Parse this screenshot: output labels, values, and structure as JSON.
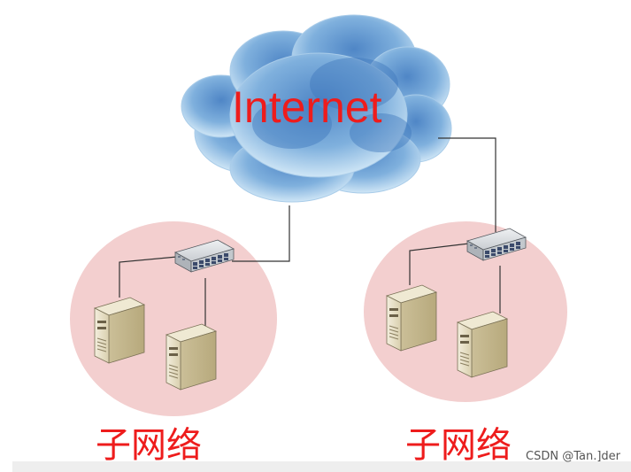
{
  "cloud": {
    "label": "Internet"
  },
  "subnets": [
    {
      "label": "子网络"
    },
    {
      "label": "子网络"
    }
  ],
  "watermark": "CSDN @Tan.]der",
  "colors": {
    "label_red": "#ee1c1c",
    "subnet_fill": "#f3cfcf",
    "cloud_blue": "#5d94cf",
    "server_beige": "#e4dcc0",
    "switch_grey": "#cfd2d6",
    "link_line": "#333333"
  },
  "icons": [
    "cloud-icon",
    "switch-icon",
    "server-icon"
  ]
}
